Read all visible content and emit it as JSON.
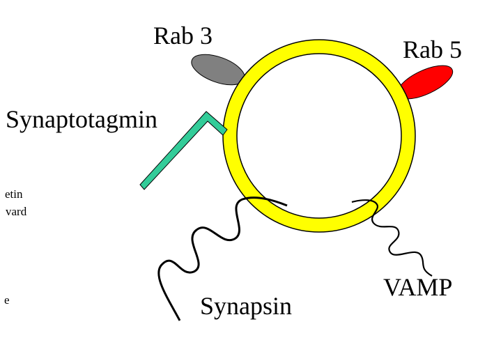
{
  "labels": {
    "rab3": "Rab 3",
    "rab5": "Rab 5",
    "synaptotagmin": "Synaptotagmin",
    "synapsin": "Synapsin",
    "vamp": "VAMP"
  },
  "cut_off_text": {
    "line1": "etin",
    "line2": "vard",
    "line3": "e"
  },
  "colors": {
    "vesicle": "#ffff00",
    "rab3": "#808080",
    "rab5": "#ff0000",
    "synaptotagmin": "#33cc99",
    "outline": "#000000"
  }
}
